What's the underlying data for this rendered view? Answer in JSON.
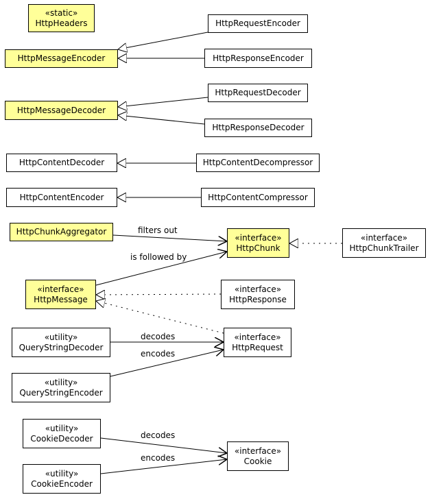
{
  "classes": {
    "http_headers": {
      "stereotype": "«static»",
      "name": "HttpHeaders"
    },
    "http_message_encoder": {
      "name": "HttpMessageEncoder"
    },
    "http_request_encoder": {
      "name": "HttpRequestEncoder"
    },
    "http_response_encoder": {
      "name": "HttpResponseEncoder"
    },
    "http_message_decoder": {
      "name": "HttpMessageDecoder"
    },
    "http_request_decoder": {
      "name": "HttpRequestDecoder"
    },
    "http_response_decoder": {
      "name": "HttpResponseDecoder"
    },
    "http_content_decoder": {
      "name": "HttpContentDecoder"
    },
    "http_content_decompressor": {
      "name": "HttpContentDecompressor"
    },
    "http_content_encoder": {
      "name": "HttpContentEncoder"
    },
    "http_content_compressor": {
      "name": "HttpContentCompressor"
    },
    "http_chunk_aggregator": {
      "name": "HttpChunkAggregator"
    },
    "http_chunk": {
      "stereotype": "«interface»",
      "name": "HttpChunk"
    },
    "http_chunk_trailer": {
      "stereotype": "«interface»",
      "name": "HttpChunkTrailer"
    },
    "http_message": {
      "stereotype": "«interface»",
      "name": "HttpMessage"
    },
    "http_response": {
      "stereotype": "«interface»",
      "name": "HttpResponse"
    },
    "http_request": {
      "stereotype": "«interface»",
      "name": "HttpRequest"
    },
    "query_string_decoder": {
      "stereotype": "«utility»",
      "name": "QueryStringDecoder"
    },
    "query_string_encoder": {
      "stereotype": "«utility»",
      "name": "QueryStringEncoder"
    },
    "cookie_decoder": {
      "stereotype": "«utility»",
      "name": "CookieDecoder"
    },
    "cookie_encoder": {
      "stereotype": "«utility»",
      "name": "CookieEncoder"
    },
    "cookie": {
      "stereotype": "«interface»",
      "name": "Cookie"
    }
  },
  "edge_labels": {
    "filters_out": "filters out",
    "is_followed_by": "is followed by",
    "qs_decodes": "decodes",
    "qs_encodes": "encodes",
    "cookie_decodes": "decodes",
    "cookie_encodes": "encodes"
  }
}
